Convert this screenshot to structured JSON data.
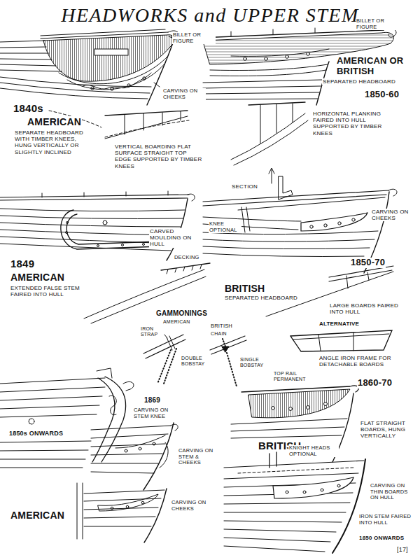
{
  "diagram": {
    "title": "HEADWORKS and UPPER STEM",
    "labels": [
      "BILLET OR FIGURE",
      "BILLET OR FIGURE",
      "CARVING ON CHEEKS",
      "1840s",
      "AMERICAN",
      "SEPARATE HEADBOARD WITH TIMBER KNEES, HUNG VERTICALLY OR SLIGHTLY INCLINED",
      "VERTICAL BOARDING FLAT SURFACE STRAIGHT TOP EDGE SUPPORTED BY TIMBER KNEES",
      "AMERICAN OR BRITISH",
      "SEPARATED HEADBOARD",
      "1850-60",
      "HORIZONTAL PLANKING FAIRED INTO HULL SUPPORTED BY TIMBER KNEES",
      "SECTION",
      "KNEE OPTIONAL",
      "CARVING ON CHEEKS",
      "CARVED MOULDING ON HULL",
      "1850-70",
      "1849",
      "AMERICAN",
      "DECKING",
      "EXTENDED FALSE STEM FAIRED INTO HULL",
      "BRITISH",
      "SEPARATED HEADBOARD",
      "LARGE BOARDS FAIRED INTO HULL",
      "GAMMONINGS",
      "AMERICAN",
      "BRITISH",
      "IRON STRAP",
      "CHAIN",
      "ALTERNATIVE",
      "DOUBLE BOBSTAY",
      "SINGLE BOBSTAY",
      "ANGLE IRON FRAME FOR DETACHABLE BOARDS",
      "TOP RAIL PERMANENT",
      "1860-70",
      "1869",
      "CARVING ON STEM KNEE",
      "FLAT STRAIGHT BOARDS, HUNG VERTICALLY",
      "BRITISH",
      "1850s ONWARDS",
      "KNIGHT HEADS OPTIONAL",
      "CARVING ON STEM & CHEEKS",
      "CARVING ON THIN BOARDS ON HULL",
      "CARVING ON CHEEKS",
      "AMERICAN",
      "IRON STEM FAIRED INTO HULL",
      "1850 ONWARDS",
      "[17]"
    ]
  }
}
